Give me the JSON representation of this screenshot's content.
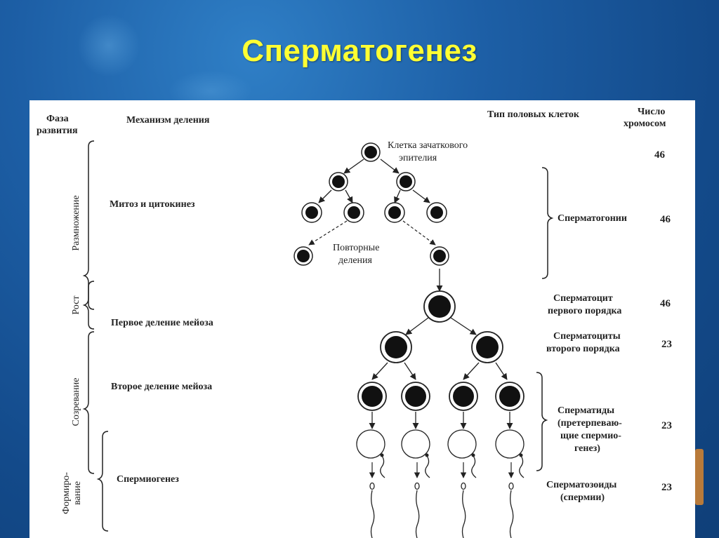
{
  "title": "Сперматогенез",
  "headers": {
    "phase": [
      "Фаза",
      "развития"
    ],
    "mechanism": "Механизм деления",
    "cell_type": "Тип половых клеток",
    "chromosomes": [
      "Число",
      "хромосом"
    ]
  },
  "phases": {
    "reproduction": "Размножение",
    "growth": "Рост",
    "maturation": "Созревание",
    "formation": [
      "Формиро-",
      "вание"
    ]
  },
  "mechanisms": {
    "mitosis": "Митоз и цитокинез",
    "meiosis1": "Первое деление мейоза",
    "meiosis2": "Второе деление мейоза",
    "spermiogenesis": "Спермиогенез"
  },
  "diagram_labels": {
    "germ_cell": [
      "Клетка зачаткового",
      "эпителия"
    ],
    "repeated": [
      "Повторные",
      "деления"
    ]
  },
  "cell_types": {
    "spermatogonia": "Сперматогонии",
    "spermatocyte1": [
      "Сперматоцит",
      "первого порядка"
    ],
    "spermatocyte2": [
      "Сперматоциты",
      "второго порядка"
    ],
    "spermatids": [
      "Сперматиды",
      "(претерпеваю-",
      "щие спермио-",
      "генез)"
    ],
    "spermatozoa": [
      "Сперматозоиды",
      "(спермии)"
    ]
  },
  "chromosomes": {
    "germ": "46",
    "spermatogonia": "46",
    "spermatocyte1": "46",
    "spermatocyte2": "23",
    "spermatids": "23",
    "spermatozoa": "23"
  }
}
